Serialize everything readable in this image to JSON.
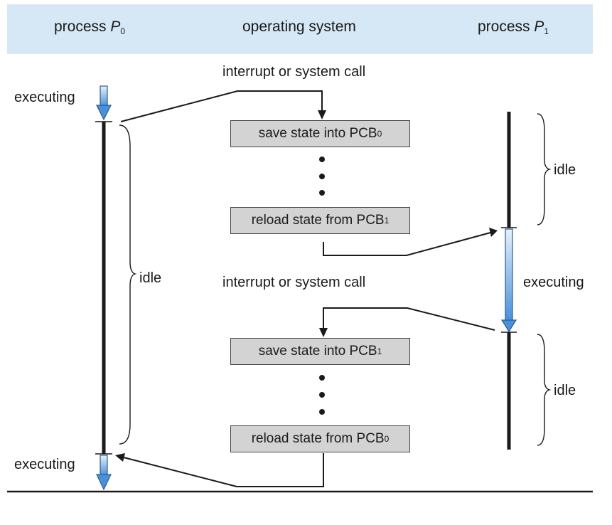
{
  "header": {
    "col_p0": {
      "prefix": "process ",
      "name": "P",
      "sub": "0"
    },
    "col_os": "operating system",
    "col_p1": {
      "prefix": "process ",
      "name": "P",
      "sub": "1"
    }
  },
  "labels": {
    "interrupt_top": "interrupt or system call",
    "interrupt_mid": "interrupt or system call",
    "p0_executing_top": "executing",
    "p0_idle": "idle",
    "p0_executing_bottom": "executing",
    "p1_idle_top": "idle",
    "p1_executing": "executing",
    "p1_idle_bottom": "idle"
  },
  "boxes": {
    "save_pcb0": {
      "text": "save state into PCB",
      "sub": "0"
    },
    "reload_pcb1": {
      "text": "reload state from PCB",
      "sub": "1"
    },
    "save_pcb1": {
      "text": "save state into PCB",
      "sub": "1"
    },
    "reload_pcb0": {
      "text": "reload state from PCB",
      "sub": "0"
    }
  },
  "colors": {
    "header_bg": "#d6e8f6",
    "box_fill": "#d3d3d3",
    "executing_arrow_fill": "#4a90d9",
    "line": "#1a1a1a"
  }
}
